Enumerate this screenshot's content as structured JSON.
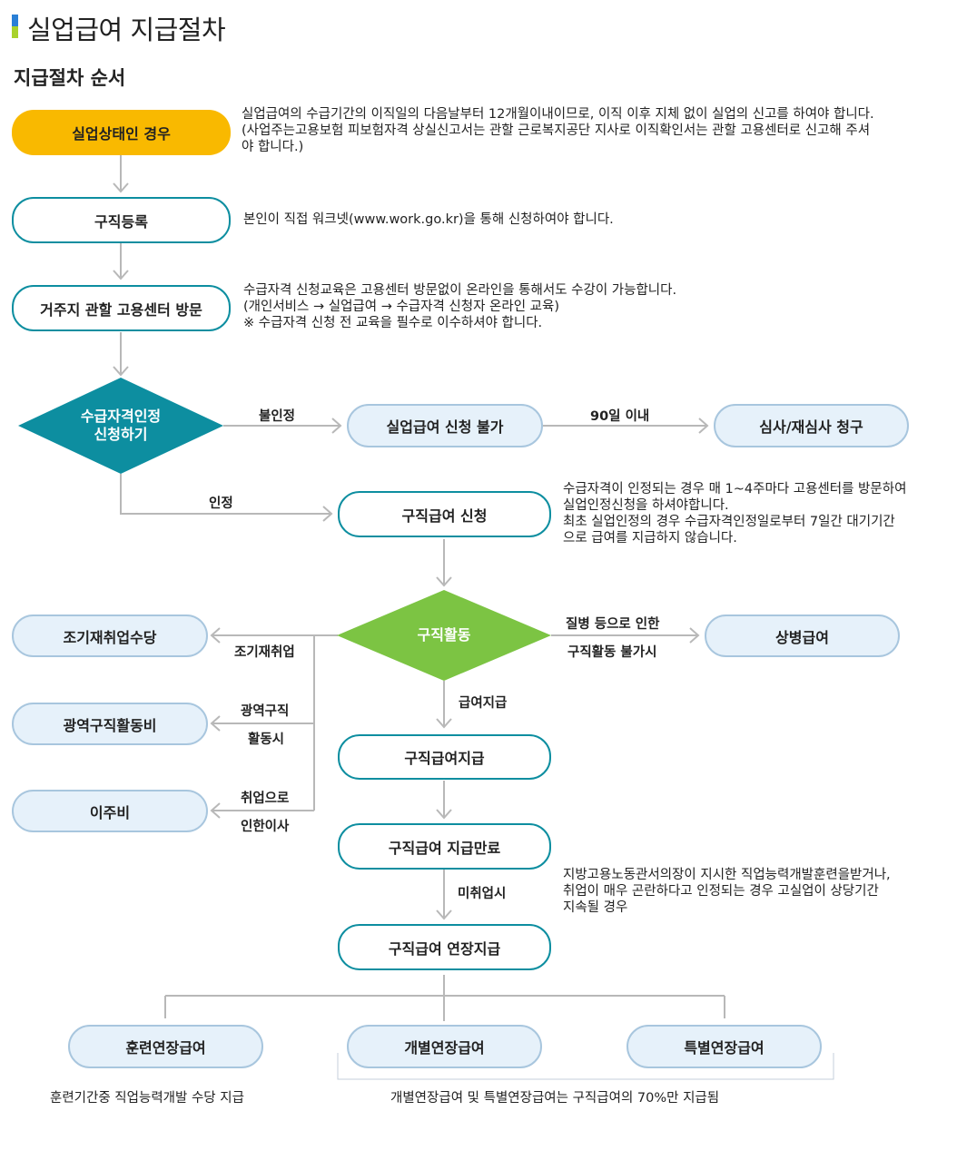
{
  "page": {
    "title": "실업급여 지급절차",
    "section_title": "지급절차 순서"
  },
  "colors": {
    "accent_blue": "#2a7fd6",
    "accent_green": "#a9d22c",
    "yellow": "#f9b900",
    "teal": "#0d8ea0",
    "green": "#7cc443",
    "light_blue_fill": "#e6f1fa",
    "light_blue_border": "#a8c6de",
    "line_gray": "#b8b8b8"
  },
  "nodes": {
    "unemployed": "실업상태인 경우",
    "job_registration": "구직등록",
    "visit_center": "거주지 관할 고용센터 방문",
    "eligibility_line1": "수급자격인정",
    "eligibility_line2": "신청하기",
    "not_possible": "실업급여 신청 불가",
    "appeal": "심사/재심사 청구",
    "job_benefit_apply": "구직급여 신청",
    "job_activity": "구직활동",
    "sickness_benefit": "상병급여",
    "early_reemployment": "조기재취업수당",
    "wide_area": "광역구직활동비",
    "moving": "이주비",
    "job_benefit_pay": "구직급여지급",
    "job_benefit_end": "구직급여 지급만료",
    "job_benefit_extend": "구직급여 연장지급",
    "training_ext": "훈련연장급여",
    "individual_ext": "개별연장급여",
    "special_ext": "특별연장급여"
  },
  "notes": {
    "unemployed": [
      "실업급여의 수급기간의 이직일의 다음날부터 12개월이내이므로, 이직 이후 지체 없이 실업의 신고를 하여야 합니다.",
      "(사업주는고용보험 피보험자격 상실신고서는 관할 근로복지공단 지사로 이직확인서는 관할 고용센터로 신고해 주셔",
      "야 합니다.)"
    ],
    "job_registration": [
      "본인이 직접 워크넷(www.work.go.kr)을 통해 신청하여야 합니다."
    ],
    "visit_center": [
      "수급자격 신청교육은 고용센터 방문없이 온라인을 통해서도 수강이 가능합니다.",
      "(개인서비스 → 실업급여 → 수급자격 신청자 온라인 교육)",
      "※ 수급자격 신청 전 교육을 필수로 이수하셔야 합니다."
    ],
    "job_benefit_apply": [
      "수급자격이 인정되는 경우 매 1~4주마다 고용센터를 방문하여",
      "실업인정신청을 하셔야합니다.",
      "최초 실업인정의 경우 수급자격인정일로부터 7일간 대기기간",
      "으로 급여를 지급하지 않습니다."
    ],
    "job_benefit_end": [
      "지방고용노동관서의장이 지시한 직업능력개발훈련을받거나,",
      "취업이 매우 곤란하다고 인정되는 경우 고실업이 상당기간",
      "지속될 경우"
    ],
    "training_ext": "훈련기간중 직업능력개발 수당 지급",
    "individual_special": "개별연장급여 및 특별연장급여는 구직급여의 70%만 지급됨"
  },
  "edges": {
    "not_recognized": "불인정",
    "within_90": "90일 이내",
    "recognized": "인정",
    "sick_line1": "질병 등으로 인한",
    "sick_line2": "구직활동 불가시",
    "early": "조기재취업",
    "wide_line1": "광역구직",
    "wide_line2": "활동시",
    "move_line1": "취업으로",
    "move_line2": "인한이사",
    "payment": "급여지급",
    "unemployed_continue": "미취업시"
  }
}
